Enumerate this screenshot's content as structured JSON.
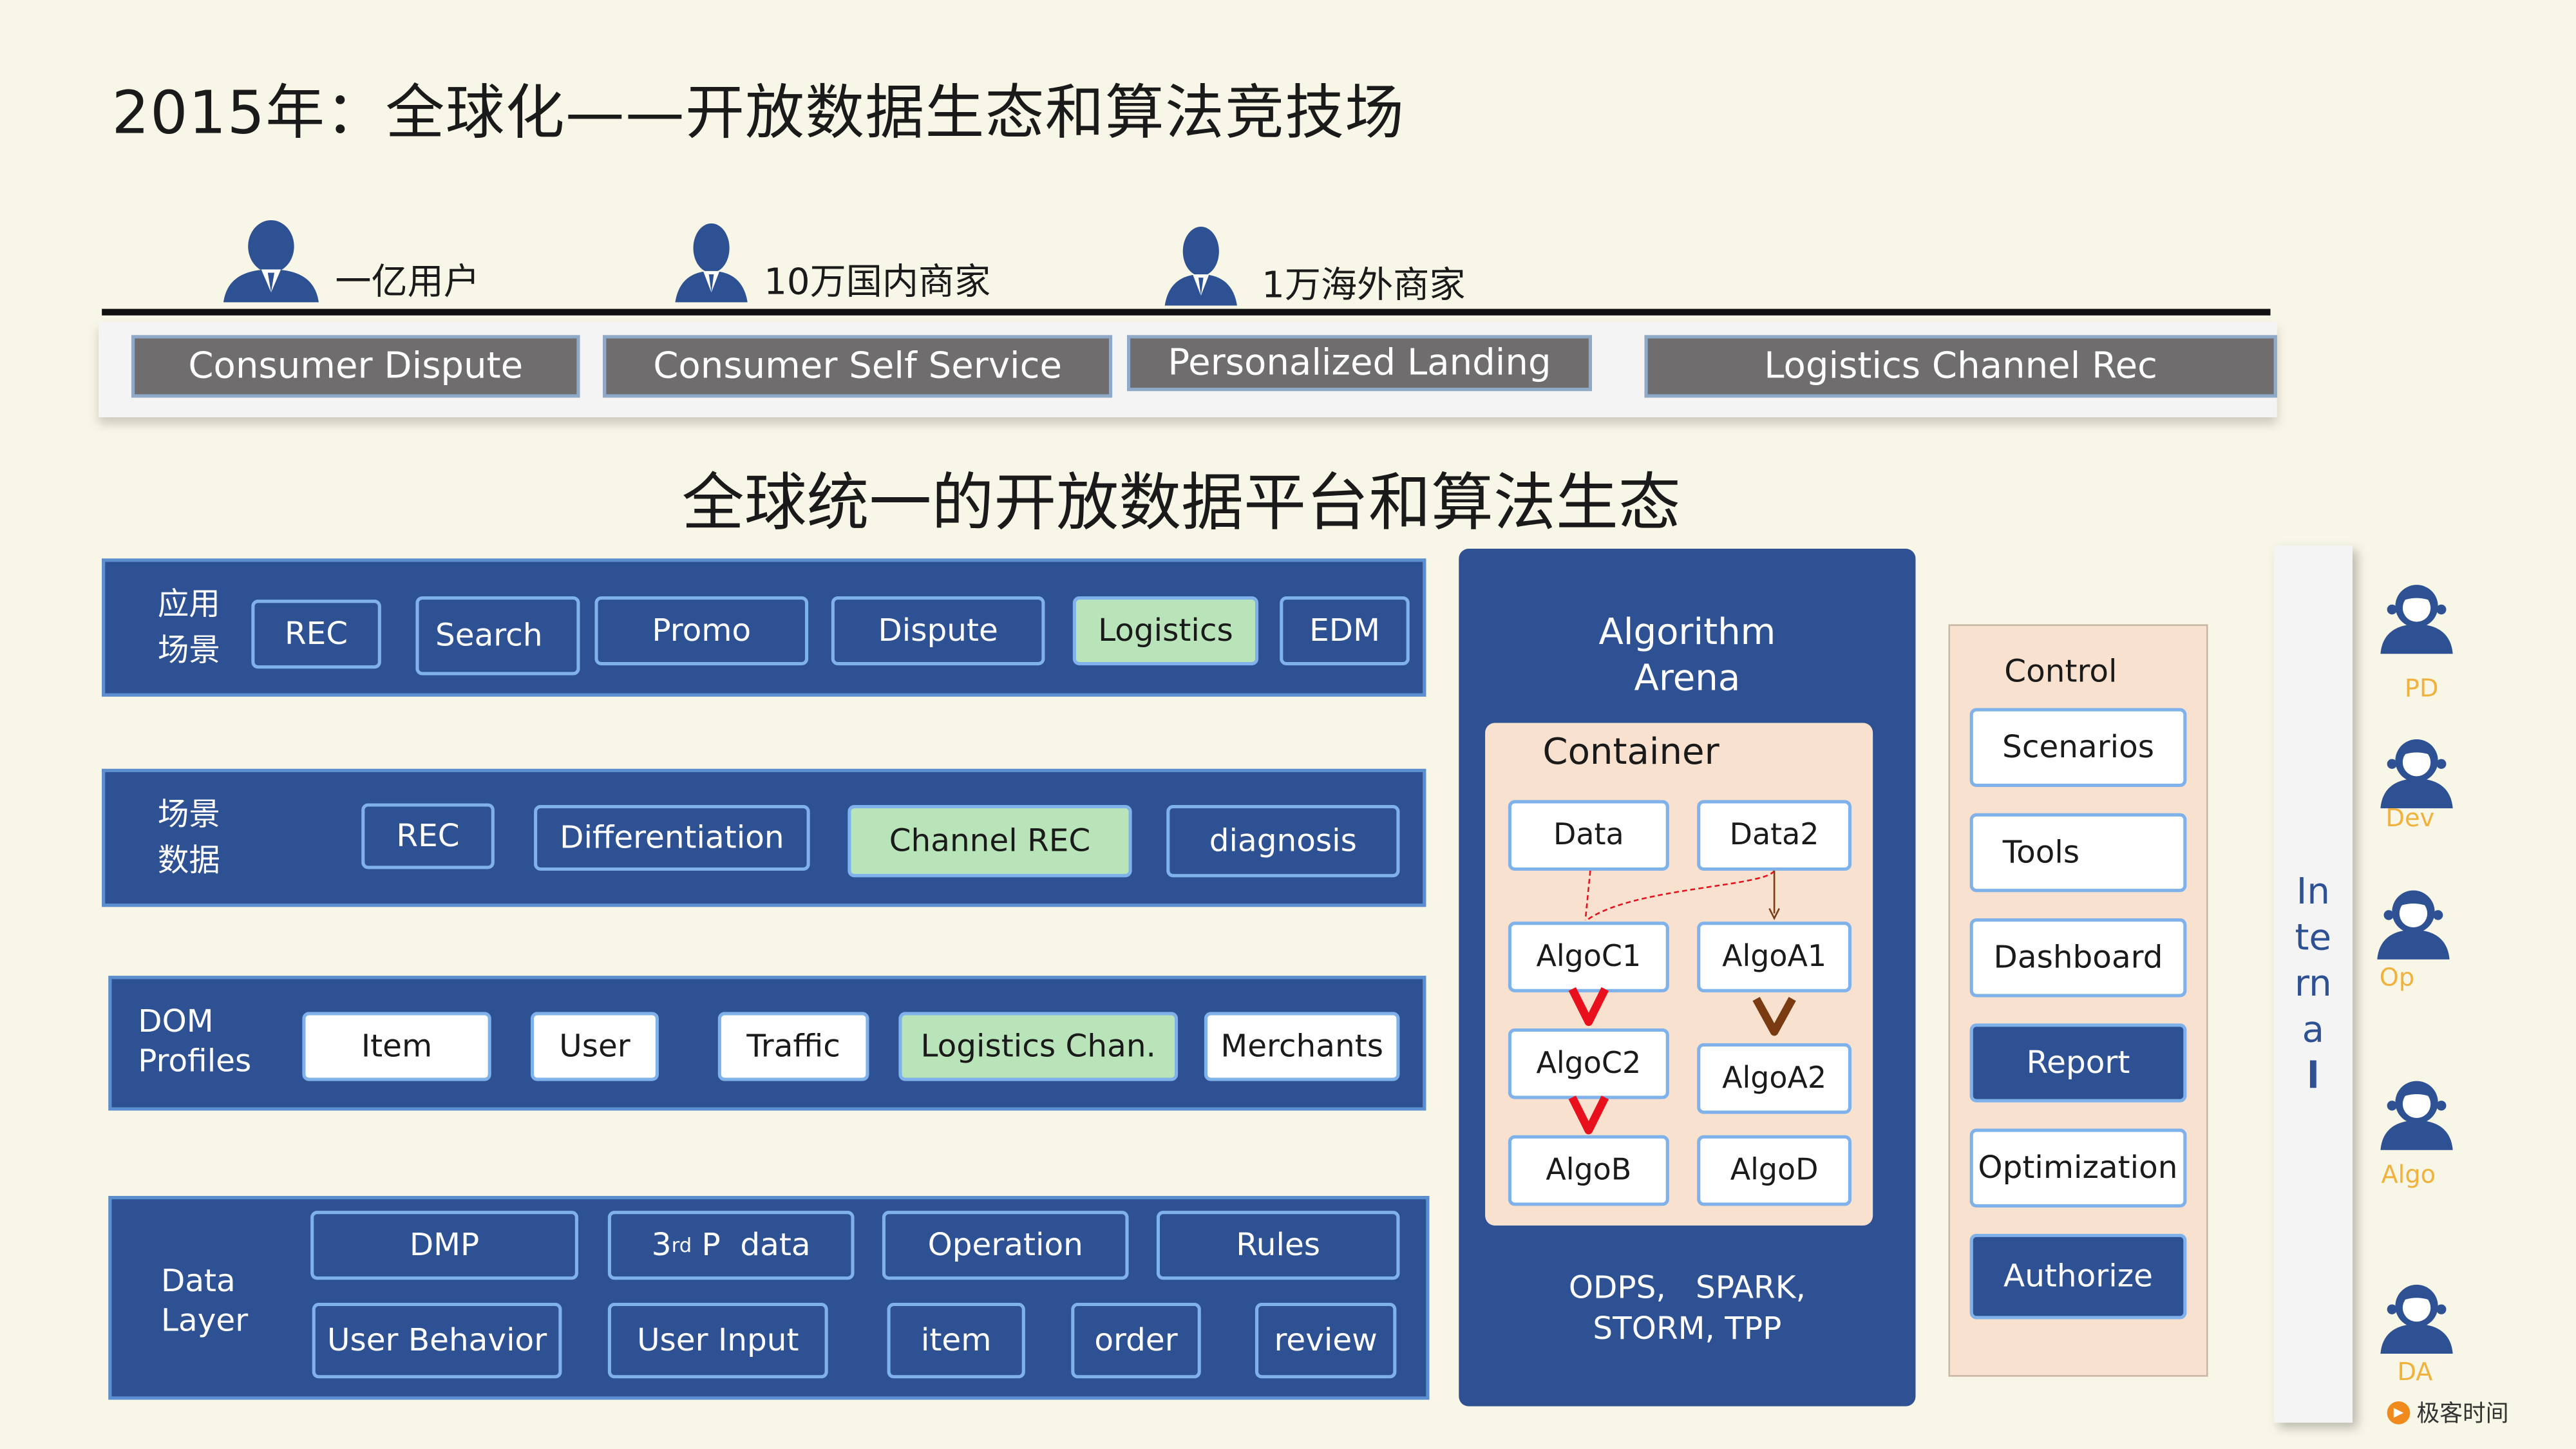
{
  "title": "2015年：全球化——开放数据生态和算法竞技场",
  "user_groups": [
    {
      "label": "一亿用户",
      "icon": "user-icon"
    },
    {
      "label": "10万国内商家",
      "icon": "user-icon"
    },
    {
      "label": "1万海外商家",
      "icon": "user-icon"
    }
  ],
  "top_apps": [
    "Consumer Dispute",
    "Consumer Self Service",
    "Personalized Landing",
    "Logistics Channel Rec"
  ],
  "subtitle": "全球统一的开放数据平台和算法生态",
  "layers": {
    "app_scenes": {
      "label": "应用\n场景",
      "items": [
        "REC",
        "Search",
        "Promo",
        "Dispute",
        "Logistics",
        "EDM"
      ]
    },
    "scene_data": {
      "label": "场景\n数据",
      "items": [
        "REC",
        "Differentiation",
        "Channel REC",
        "diagnosis"
      ]
    },
    "dom_profiles": {
      "label": "DOM\nProfiles",
      "items": [
        "Item",
        "User",
        "Traffic",
        "Logistics Chan.",
        "Merchants"
      ]
    },
    "data_layer": {
      "label": "Data\nLayer",
      "row1": [
        "DMP",
        "data",
        "Operation",
        "Rules"
      ],
      "third_party": {
        "prefix": "3",
        "sup": "rd",
        "rest": " P"
      },
      "row2": [
        "User Behavior",
        "User Input",
        "item",
        "order",
        "review"
      ]
    }
  },
  "arena": {
    "title": "Algorithm\nArena",
    "container_label": "Container",
    "nodes": [
      "Data",
      "Data2",
      "AlgoC1",
      "AlgoA1",
      "AlgoC2",
      "AlgoA2",
      "AlgoB",
      "AlgoD"
    ],
    "footer": "ODPS,   SPARK,\nSTORM, TPP",
    "colors": {
      "red_arrow": "#e8101c",
      "brown_arrow": "#7a3b12"
    }
  },
  "control": {
    "label": "Control",
    "items": [
      "Scenarios",
      "Tools",
      "Dashboard",
      "Report",
      "Optimization",
      "Authorize"
    ]
  },
  "internal": [
    "In",
    "te",
    "rn",
    "a",
    "l"
  ],
  "roles": [
    "PD",
    "Dev",
    "Op",
    "Algo",
    "DA"
  ],
  "brand": "极客时间",
  "colors": {
    "panel": "#2e5194",
    "green_chip": "#b9e3b8",
    "peach": "#f8e2cf",
    "role": "#f0b23c",
    "grey_button": "#6f6d6d"
  }
}
